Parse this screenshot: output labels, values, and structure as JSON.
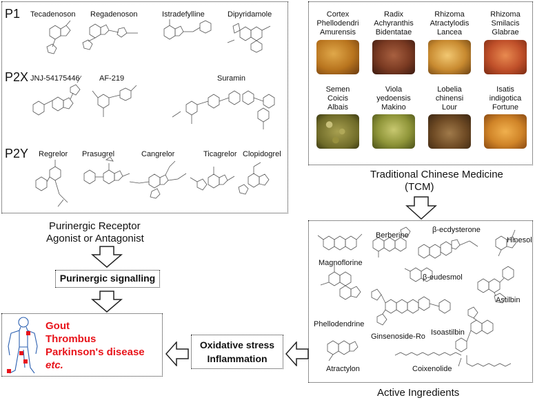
{
  "receptors": {
    "classes": [
      "P1",
      "P2X",
      "P2Y"
    ],
    "p1_drugs": [
      "Tecadenoson",
      "Regadenoson",
      "Istradefylline",
      "Dipyridamole"
    ],
    "p2x_drugs": [
      "JNJ-54175446",
      "AF-219",
      "Suramin"
    ],
    "p2y_drugs": [
      "Regrelor",
      "Prasugrel",
      "Cangrelor",
      "Ticagrelor",
      "Clopidogrel"
    ],
    "caption_line1": "Purinergic Receptor",
    "caption_line2": "Agonist or Antagonist"
  },
  "tcm": {
    "herbs": [
      {
        "lines": [
          "Cortex",
          "Phellodendri",
          "Amurensis"
        ],
        "color": "#c98a2a"
      },
      {
        "lines": [
          "Radix",
          "Achyranthis",
          "Bidentatae"
        ],
        "color": "#8a4a2a"
      },
      {
        "lines": [
          "Rhizoma",
          "Atractylodis",
          "Lancea"
        ],
        "color": "#d49a3a"
      },
      {
        "lines": [
          "Rhizoma",
          "Smilacis",
          "Glabrae"
        ],
        "color": "#c0522a"
      },
      {
        "lines": [
          "Semen",
          "Coicis",
          "Albais"
        ],
        "color": "#8e8a3a"
      },
      {
        "lines": [
          "Viola",
          "yedoensis",
          "Makino"
        ],
        "color": "#9aa040"
      },
      {
        "lines": [
          "Lobelia",
          "chinensi",
          "Lour"
        ],
        "color": "#7a5a30"
      },
      {
        "lines": [
          "Isatis",
          "indigotica",
          "Fortune"
        ],
        "color": "#d0902e"
      }
    ],
    "caption_line1": "Traditional Chinese Medicine",
    "caption_line2": "(TCM)"
  },
  "ingredients": {
    "compounds": [
      "Magnoflorine",
      "Berberine",
      "β-ecdysterone",
      "Hinesol",
      "β-eudesmol",
      "Astilbin",
      "Phellodendrine",
      "Ginsenoside-Ro",
      "Isoastilbin",
      "Atractylon",
      "Coixenolide"
    ],
    "caption": "Active Ingredients"
  },
  "pathways": {
    "purinergic": "Purinergic signalling",
    "oxidative_line1": "Oxidative stress",
    "oxidative_line2": "Inflammation"
  },
  "diseases": [
    "Gout",
    "Thrombus",
    "Parkinson's disease",
    "etc."
  ],
  "colors": {
    "disease_text": "#e8141b",
    "body_marker": "#e8141b",
    "person_outline": "#2a5fb0"
  }
}
